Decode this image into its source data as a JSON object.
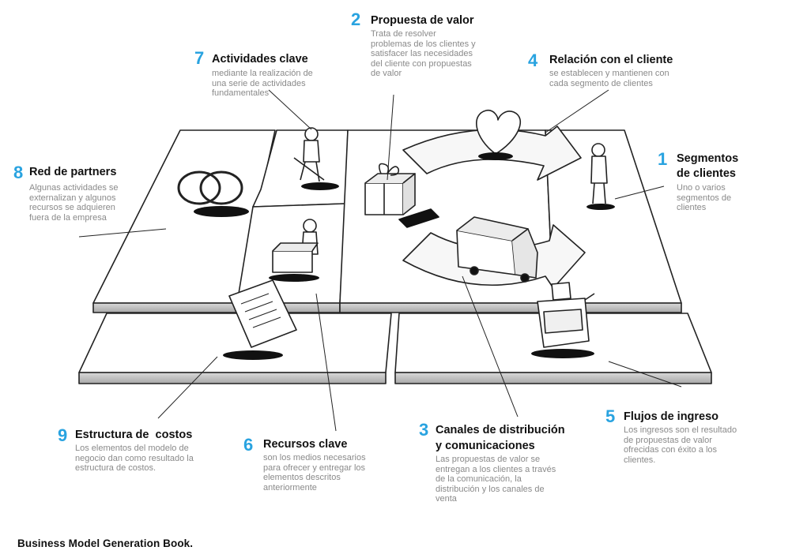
{
  "blocks": [
    {
      "num": "1",
      "title": [
        "Segmentos",
        "de clientes"
      ],
      "desc": [
        "Uno o varios",
        "segmentos de",
        "clientes"
      ]
    },
    {
      "num": "2",
      "title": [
        "Propuesta de valor"
      ],
      "desc": [
        "Trata de resolver",
        "problemas de los clientes y",
        "satisfacer las necesidades",
        "del cliente con propuestas",
        "de valor"
      ]
    },
    {
      "num": "3",
      "title": [
        "Canales de distribución",
        "y comunicaciones"
      ],
      "desc": [
        "Las propuestas de valor se",
        "entregan a los clientes a través",
        "de la comunicación, la",
        "distribución y los canales de",
        "venta"
      ]
    },
    {
      "num": "4",
      "title": [
        "Relación con el cliente"
      ],
      "desc": [
        "se establecen y mantienen con",
        "cada segmento de clientes"
      ]
    },
    {
      "num": "5",
      "title": [
        "Flujos de ingreso"
      ],
      "desc": [
        "Los ingresos son el resultado",
        "de propuestas de valor",
        "ofrecidas con éxito a los",
        "clientes."
      ]
    },
    {
      "num": "6",
      "title": [
        "Recursos clave"
      ],
      "desc": [
        "son los medios necesarios",
        "para ofrecer y entregar los",
        "elementos descritos",
        "anteriormente"
      ]
    },
    {
      "num": "7",
      "title": [
        "Actividades clave"
      ],
      "desc": [
        "mediante la realización de",
        "una serie de actividades",
        "fundamentales"
      ]
    },
    {
      "num": "8",
      "title": [
        "Red de partners"
      ],
      "desc": [
        "Algunas actividades se",
        "externalizan y algunos",
        "recursos se adquieren",
        "fuera de la empresa"
      ]
    },
    {
      "num": "9",
      "title": [
        "Estructura de  costos"
      ],
      "desc": [
        "Los elementos del modelo de",
        "negocio dan como resultado la",
        "estructura de costos."
      ]
    }
  ],
  "caption": "Business Model Generation Book."
}
